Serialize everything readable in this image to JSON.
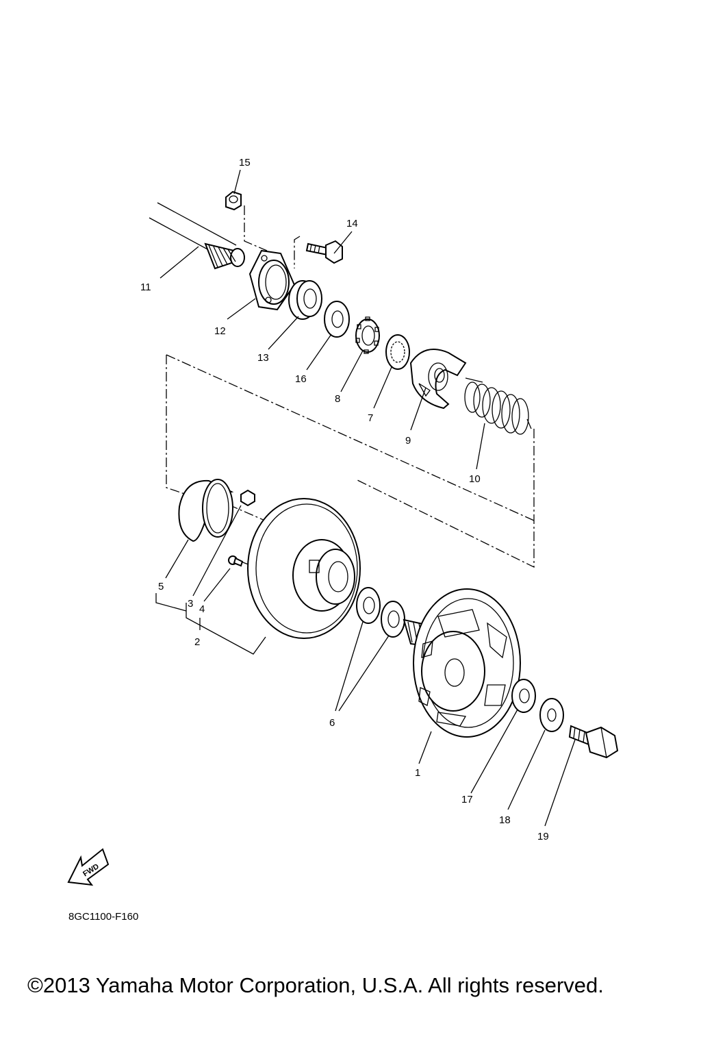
{
  "callouts": {
    "p1": "1",
    "p2": "2",
    "p3": "3",
    "p4": "4",
    "p5": "5",
    "p6": "6",
    "p7": "7",
    "p8": "8",
    "p9": "9",
    "p10": "10",
    "p11": "11",
    "p12": "12",
    "p13": "13",
    "p14": "14",
    "p15": "15",
    "p16": "16",
    "p17": "17",
    "p18": "18",
    "p19": "19"
  },
  "fwd_label": "FWD",
  "diagram_code": "8GC1100-F160",
  "copyright": "©2013 Yamaha Motor Corporation, U.S.A. All rights reserved."
}
